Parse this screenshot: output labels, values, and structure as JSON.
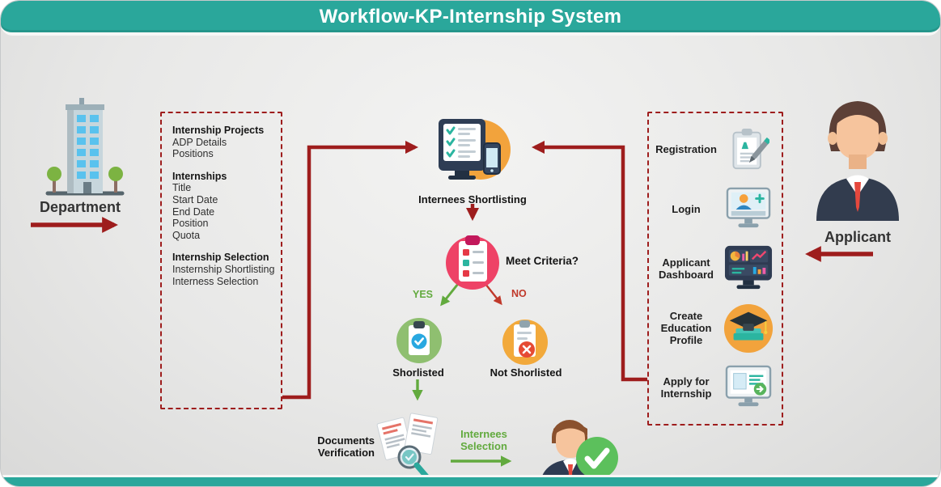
{
  "title": "Workflow-KP-Internship System",
  "colors": {
    "teal": "#2aa79b",
    "maroon": "#9e1d1d",
    "green": "#62aa3e",
    "red": "#c0392b",
    "orange": "#f2a33c",
    "pink": "#ee4266",
    "text": "#1f1f1f"
  },
  "department": {
    "label": "Department"
  },
  "department_tasks": {
    "sections": [
      {
        "heading": "Internship Projects",
        "items": [
          "ADP Details",
          "Positions"
        ]
      },
      {
        "heading": "Internships",
        "items": [
          "Title",
          "Start Date",
          "End Date",
          "Position",
          "Quota"
        ]
      },
      {
        "heading": "Internship Selection",
        "items": [
          "Insternship Shortlisting",
          "Interness Selection"
        ]
      }
    ]
  },
  "flow": {
    "shortlisting": "Internees Shortlisting",
    "criteria": "Meet Criteria?",
    "yes": "YES",
    "no": "NO",
    "shortlisted": "Shorlisted",
    "not_shortlisted": "Not Shorlisted",
    "documents_verification": "Documents Verification",
    "internees_selection": "Internees Selection"
  },
  "applicant": {
    "label": "Applicant",
    "steps": [
      {
        "label": "Registration",
        "icon": "registration-icon"
      },
      {
        "label": "Login",
        "icon": "login-icon"
      },
      {
        "label": "Applicant Dashboard",
        "icon": "applicant-dashboard-icon"
      },
      {
        "label": "Create Education Profile",
        "icon": "create-education-profile-icon"
      },
      {
        "label": "Apply for Internship",
        "icon": "apply-for-internship-icon"
      }
    ]
  }
}
